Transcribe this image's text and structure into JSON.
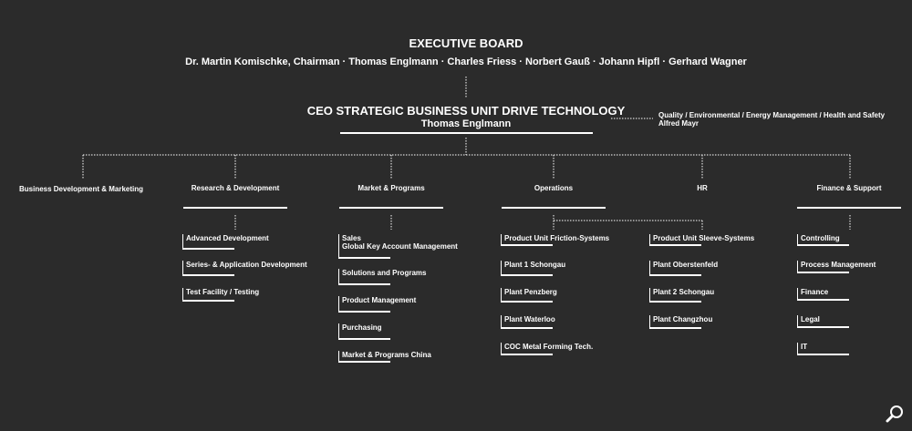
{
  "board": {
    "title": "EXECUTIVE BOARD",
    "members": "Dr. Martin Komischke, Chairman · Thomas Englmann · Charles Friess · Norbert Gauß · Johann Hipfl · Gerhard Wagner"
  },
  "ceo": {
    "title": "CEO STRATEGIC BUSINESS UNIT DRIVE TECHNOLOGY",
    "name": "Thomas Englmann"
  },
  "staff": {
    "title": "Quality / Environmental / Energy Management / Health and Safety",
    "name": "Alfred Mayr"
  },
  "departments": [
    {
      "label": "Business Development & Marketing"
    },
    {
      "label": "Research & Development",
      "units": [
        "Advanced Development",
        "Series- & Application Development",
        "Test Facility / Testing"
      ]
    },
    {
      "label": "Market & Programs",
      "units": [
        "Sales\nGlobal Key Account Management",
        "Solutions and Programs",
        "Product Management",
        "Purchasing",
        "Market & Programs China"
      ]
    },
    {
      "label": "Operations",
      "groups": [
        {
          "head": "Product Unit Friction-Systems",
          "units": [
            "Plant 1 Schongau",
            "Plant Penzberg",
            "Plant Waterloo",
            "COC Metal Forming Tech."
          ]
        },
        {
          "head": "Product Unit Sleeve-Systems",
          "units": [
            "Plant Oberstenfeld",
            "Plant 2 Schongau",
            "Plant Changzhou"
          ]
        }
      ]
    },
    {
      "label": "HR"
    },
    {
      "label": "Finance & Support",
      "units": [
        "Controlling",
        "Process Management",
        "Finance",
        "Legal",
        "IT"
      ]
    }
  ],
  "icons": {
    "zoom": "magnifier-icon"
  }
}
